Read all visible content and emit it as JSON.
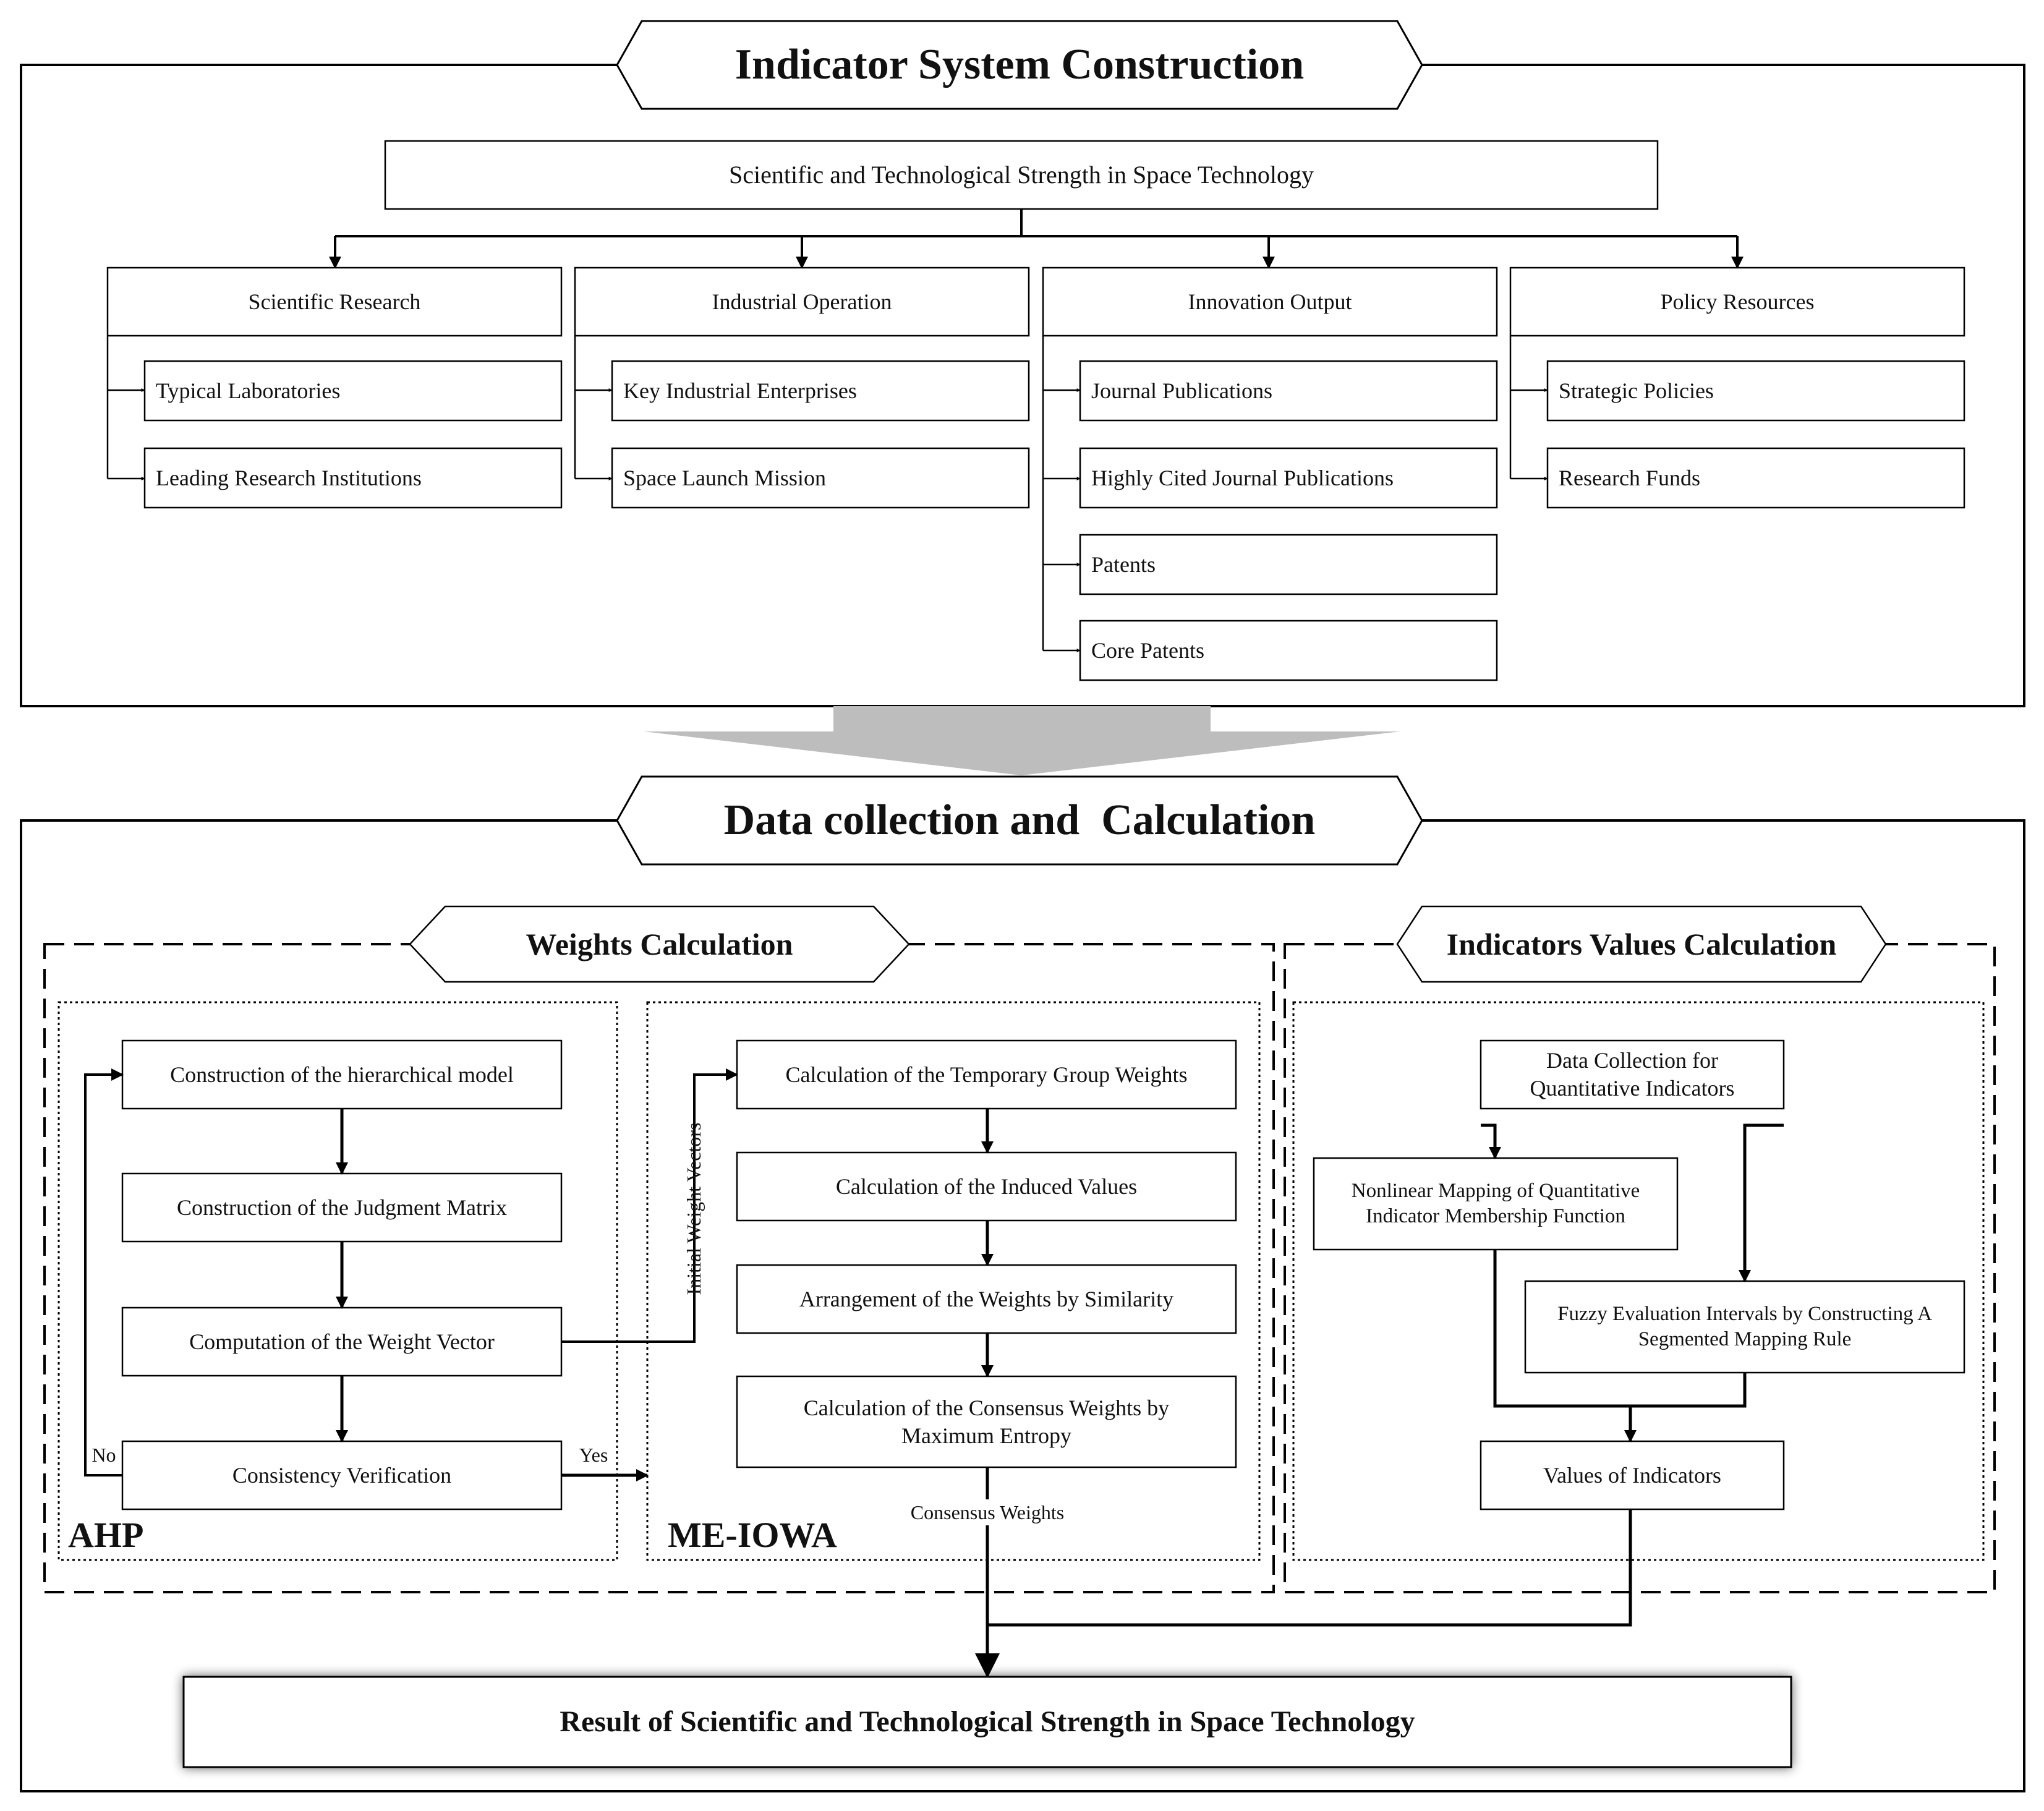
{
  "top": {
    "title": "Indicator System Construction",
    "root": "Scientific and Technological Strength in Space Technology",
    "categories": [
      {
        "label": "Scientific Research",
        "items": [
          "Typical Laboratories",
          "Leading Research Institutions"
        ]
      },
      {
        "label": "Industrial Operation",
        "items": [
          "Key Industrial Enterprises",
          "Space Launch Mission"
        ]
      },
      {
        "label": "Innovation Output",
        "items": [
          "Journal Publications",
          "Highly Cited Journal Publications",
          "Patents",
          "Core Patents"
        ]
      },
      {
        "label": "Policy Resources",
        "items": [
          "Strategic Policies",
          "Research Funds"
        ]
      }
    ]
  },
  "bottom": {
    "title": "Data collection and  Calculation",
    "weights": {
      "title": "Weights Calculation",
      "ahp": {
        "label": "AHP",
        "steps": [
          "Construction of the hierarchical model",
          "Construction of the Judgment Matrix",
          "Computation of the Weight Vector",
          "Consistency Verification"
        ],
        "no_label": "No",
        "yes_label": "Yes"
      },
      "initial_weight_vectors": "Initial Weight Vectors",
      "meiowa": {
        "label": "ME-IOWA",
        "steps": [
          "Calculation of the Temporary Group Weights",
          "Calculation of the Induced Values",
          "Arrangement of the Weights by Similarity",
          "Calculation of the Consensus Weights by Maximum Entropy"
        ],
        "consensus_weights": "Consensus Weights"
      }
    },
    "indicators": {
      "title": "Indicators Values Calculation",
      "data_collection": "Data Collection for Quantitative Indicators",
      "nonlinear": "Nonlinear Mapping of Quantitative Indicator Membership Function",
      "fuzzy": "Fuzzy Evaluation Intervals by Constructing A Segmented Mapping Rule",
      "values": "Values of Indicators"
    },
    "result": "Result of Scientific and Technological Strength in Space Technology"
  }
}
